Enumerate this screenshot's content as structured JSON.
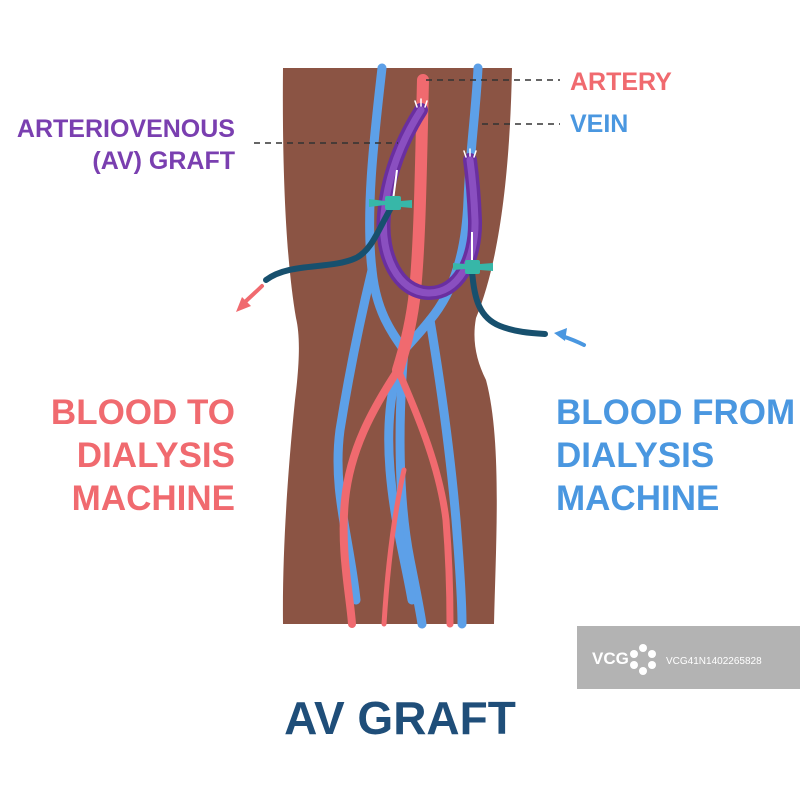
{
  "labels": {
    "artery": "ARTERY",
    "vein": "VEIN",
    "graft_line1": "ARTERIOVENOUS",
    "graft_line2": "(AV) GRAFT",
    "to_line1": "BLOOD TO",
    "to_line2": "DIALYSIS",
    "to_line3": "MACHINE",
    "from_line1": "BLOOD FROM",
    "from_line2": "DIALYSIS",
    "from_line3": "MACHINE",
    "title": "AV GRAFT"
  },
  "watermark": {
    "brand": "VCG",
    "code": "VCG41N1402265828"
  },
  "icons": {
    "out_arrow": "arrow-out-icon",
    "in_arrow": "arrow-in-icon",
    "needle": "needle-icon",
    "logo": "vcg-logo-icon"
  },
  "colors": {
    "skin": "#8b5444",
    "artery": "#f06a6f",
    "vein": "#5da0e8",
    "graft": "#7a3fb0",
    "tube": "#17506e",
    "needle_hub": "#37b7a8",
    "title": "#1f4e79"
  }
}
